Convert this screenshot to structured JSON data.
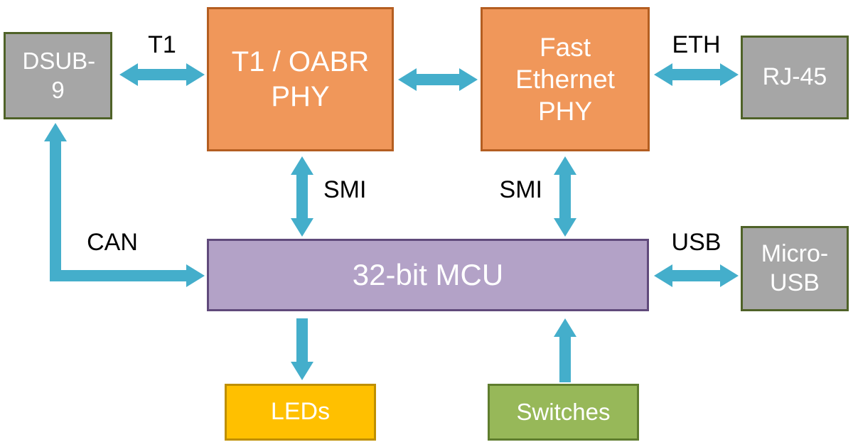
{
  "blocks": {
    "dsub9": {
      "label": "DSUB-9"
    },
    "t1_oabr_phy": {
      "label": "T1 / OABR PHY"
    },
    "fast_ethernet_phy": {
      "label": "Fast Ethernet PHY"
    },
    "rj45": {
      "label": "RJ-45"
    },
    "mcu": {
      "label": "32-bit MCU"
    },
    "micro_usb": {
      "label": "Micro-USB"
    },
    "leds": {
      "label": "LEDs"
    },
    "switches": {
      "label": "Switches"
    }
  },
  "bus_labels": {
    "t1": "T1",
    "eth": "ETH",
    "smi_left": "SMI",
    "smi_right": "SMI",
    "can": "CAN",
    "usb": "USB"
  },
  "colors": {
    "arrow": "#44AECB",
    "phy_fill": "#F0975A",
    "phy_border": "#B45E21",
    "connector_fill": "#A6A6A6",
    "connector_border": "#4F6228",
    "mcu_fill": "#B3A2C7",
    "mcu_border": "#604A7B",
    "leds_fill": "#FFC000",
    "leds_border": "#BF8F00",
    "switches_fill": "#97B859",
    "switches_border": "#5F7D2E",
    "background": "#FFFFFF",
    "label_text": "#000000",
    "block_text": "#FFFFFF"
  }
}
